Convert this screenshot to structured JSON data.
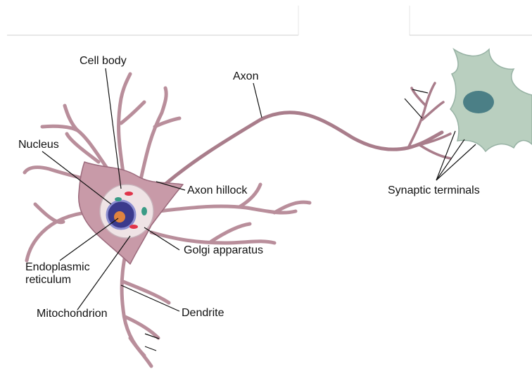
{
  "diagram": {
    "labels": {
      "cell_body": "Cell body",
      "axon": "Axon",
      "nucleus": "Nucleus",
      "axon_hillock": "Axon hillock",
      "synaptic_terminals": "Synaptic terminals",
      "golgi_apparatus": "Golgi apparatus",
      "endoplasmic_reticulum": "Endoplasmic\nreticulum",
      "mitochondrion": "Mitochondrion",
      "dendrite": "Dendrite"
    },
    "colors": {
      "neuron_fill": "#b98e9b",
      "neuron_stroke": "#8a5a6c",
      "nucleus": "#3b3a8c",
      "nucleolus": "#e0833f",
      "target_cell": "#b9cfbf",
      "target_nucleus": "#4b7f86",
      "golgi": "#e0344a",
      "leader_line": "#111111"
    }
  }
}
